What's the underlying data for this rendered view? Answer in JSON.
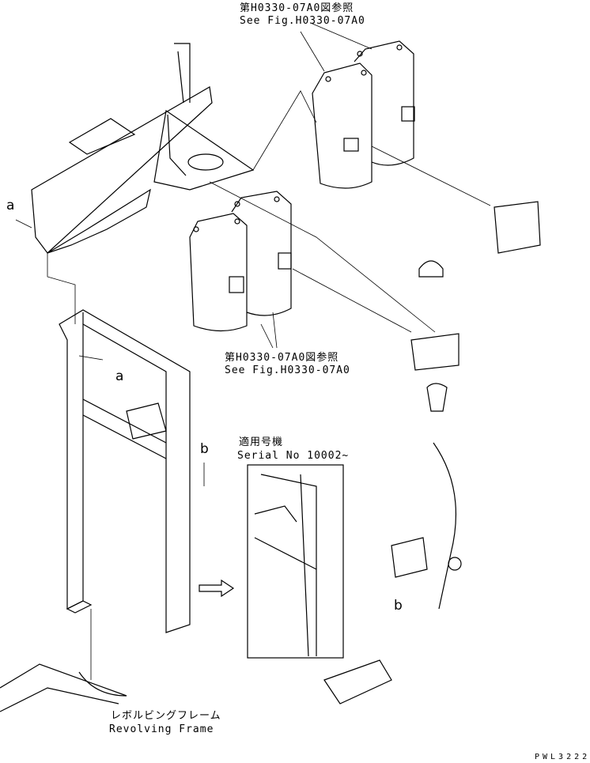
{
  "references": {
    "top": {
      "jp": "第H0330-07A0図参照",
      "en": "See Fig.H0330-07A0"
    },
    "middle": {
      "jp": "第H0330-07A0図参照",
      "en": "See Fig.H0330-07A0"
    }
  },
  "serial": {
    "jp": "適用号機",
    "en": "Serial No 10002~"
  },
  "revolving_frame": {
    "jp": "レボルビングフレーム",
    "en": "Revolving Frame"
  },
  "callouts": {
    "a1": "a",
    "a2": "a",
    "b1": "b",
    "b2": "b"
  },
  "drawing_id": "PWL3222"
}
